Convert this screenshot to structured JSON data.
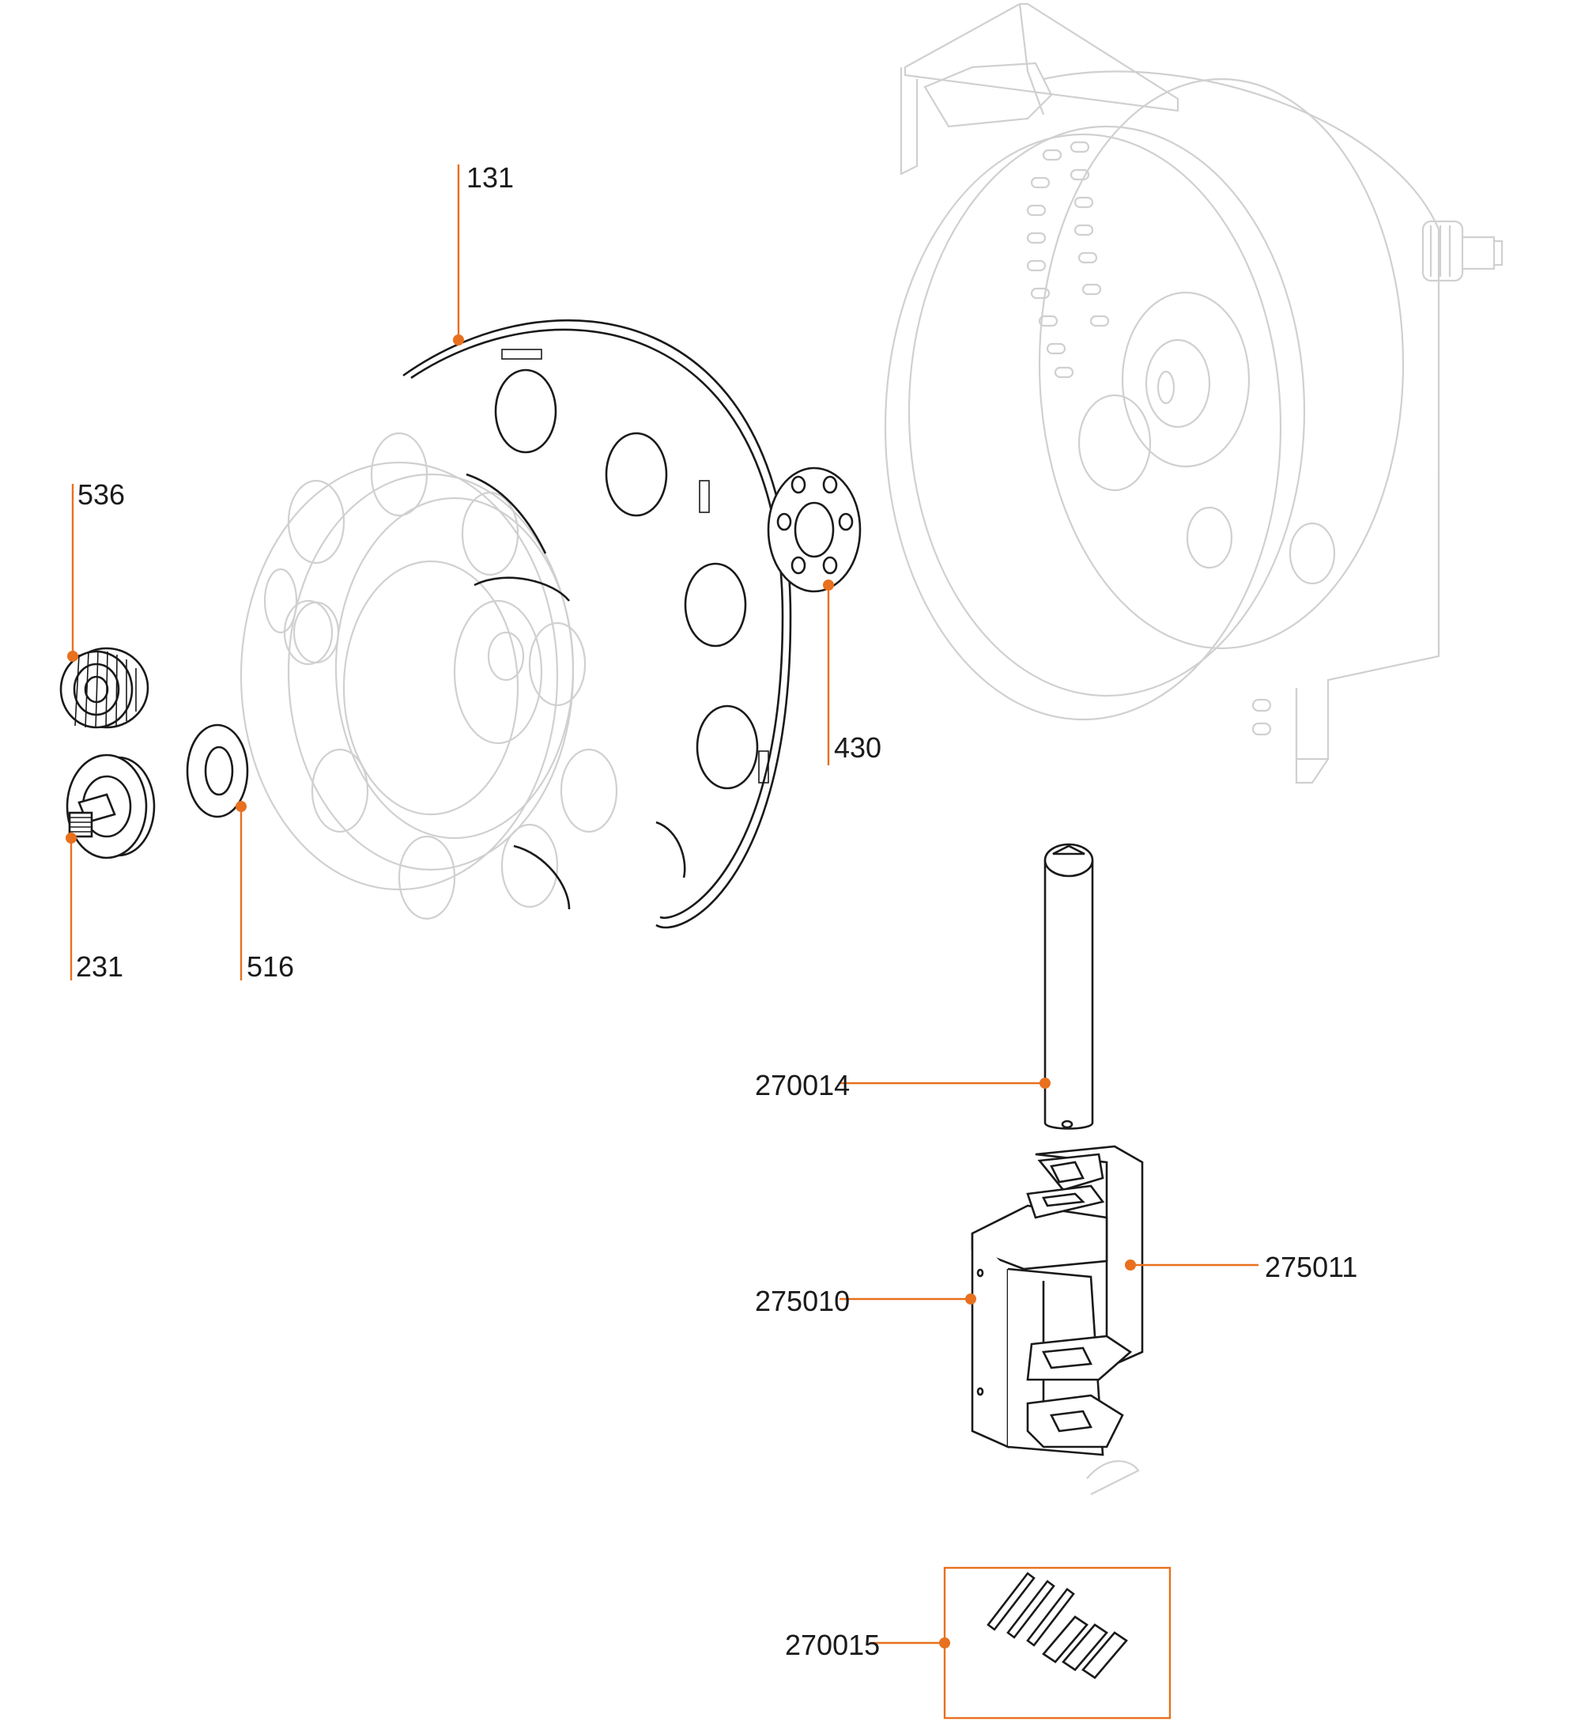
{
  "accent_color": "#e8701e",
  "callouts": {
    "c131": "131",
    "c536": "536",
    "c430": "430",
    "c231": "231",
    "c516": "516",
    "c270014": "270014",
    "c275010": "275010",
    "c275011": "275011",
    "c270015": "270015"
  }
}
